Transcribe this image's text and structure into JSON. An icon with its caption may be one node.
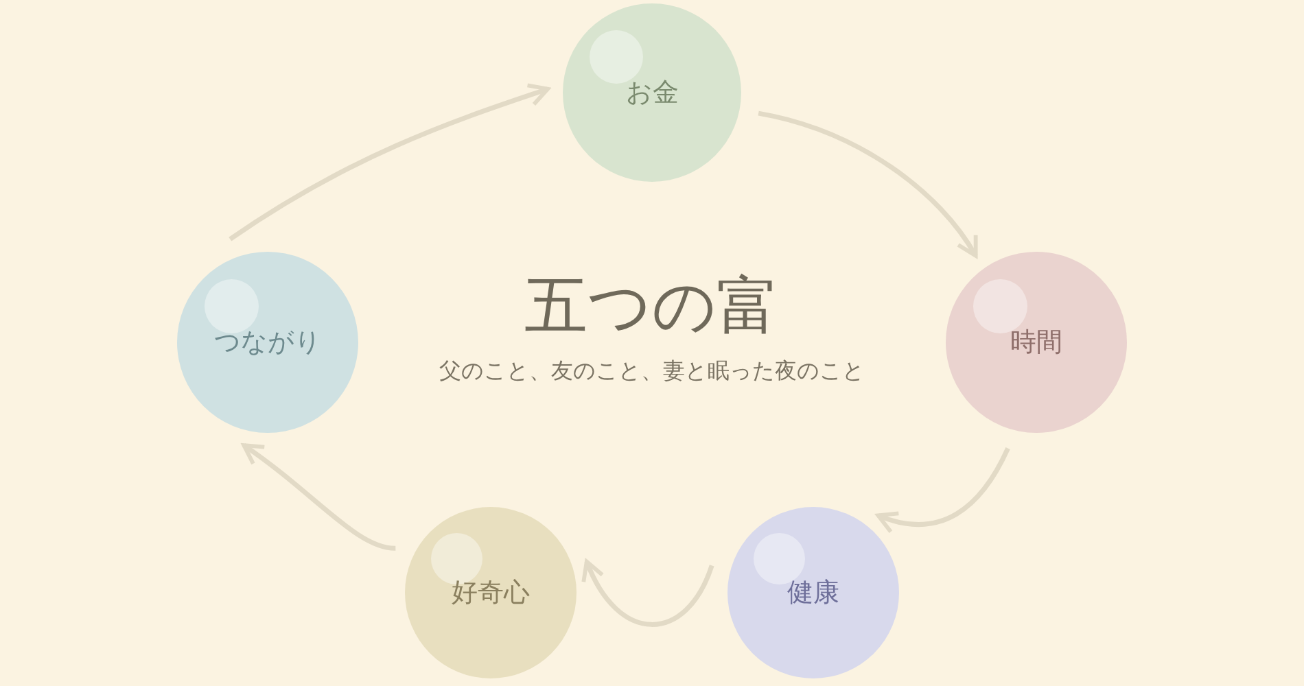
{
  "diagram": {
    "title": "五つの富",
    "caption": "父のこと、友のこと、妻と眠った夜のこと",
    "nodes": [
      {
        "text": [
          "お金"
        ]
      },
      {
        "text": [
          "時間"
        ]
      },
      {
        "text": [
          "健康"
        ]
      },
      {
        "text": [
          "好奇心"
        ]
      },
      {
        "text": [
          "つながり"
        ]
      }
    ],
    "edges": [
      {
        "from": 0,
        "to": 1,
        "arrow": "to"
      },
      {
        "from": 1,
        "to": 2,
        "arrow": "to"
      },
      {
        "from": 2,
        "to": 3,
        "arrow": "to"
      },
      {
        "from": 3,
        "to": 4,
        "arrow": "to"
      },
      {
        "from": 4,
        "to": 0,
        "arrow": "to"
      }
    ]
  }
}
